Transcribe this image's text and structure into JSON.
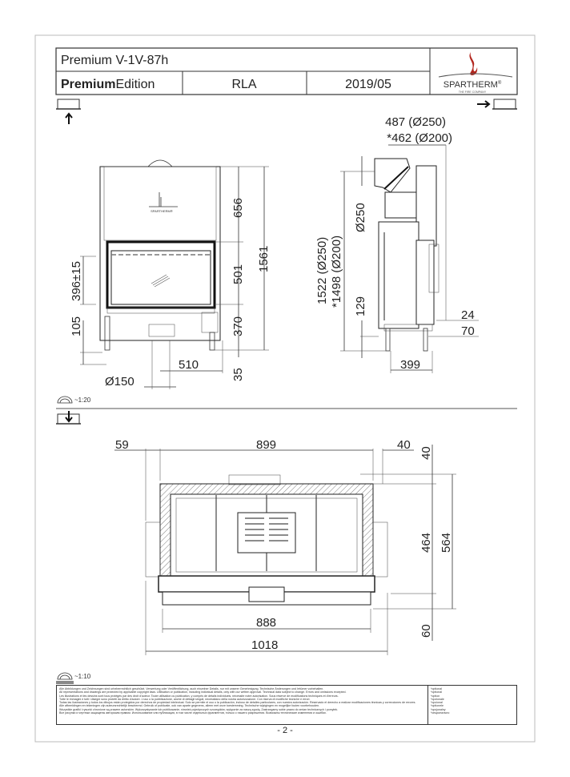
{
  "header": {
    "model": "Premium V-1V-87h",
    "edition_bold": "Premium",
    "edition_rest": "Edition",
    "variant": "RLA",
    "date": "2019/05",
    "brand": "SPARTHERM",
    "brand_reg": "®",
    "tagline": "THE FIRE COMPANY",
    "brand_color": "#b3261e"
  },
  "front_view": {
    "scale": "~1:20",
    "dims": {
      "d656": "656",
      "d501": "501",
      "d1561": "1561",
      "d370": "370",
      "d35": "35",
      "d396": "396±15",
      "d105": "105",
      "d510": "510",
      "d150": "Ø150"
    },
    "logo_text": "SPARTHERM®"
  },
  "side_view": {
    "dims": {
      "d487": "487 (Ø250)",
      "d462": "*462 (Ø200)",
      "d250": "Ø250",
      "d1522": "1522 (Ø250)",
      "d1498": "*1498 (Ø200)",
      "d129": "129",
      "d24": "24",
      "d70": "70",
      "d399": "399"
    }
  },
  "plan_view": {
    "scale": "~1:10",
    "dims": {
      "d59": "59",
      "d899": "899",
      "d40a": "40",
      "d40b": "40",
      "d464": "464",
      "d564": "564",
      "d888": "888",
      "d60": "60",
      "d1018": "1018"
    }
  },
  "footer": {
    "lines": [
      "Alle Abbildungen und Zeichnungen sind urheberrechtlich geschützt. Verwertung oder Veröffentlichung, auch einzelner Details, nur mit unserer Genehmigung. Technische Änderungen und Irrtümer vorbehalten.",
      "All representations and drawings are protected by applicable copyright laws. Utilisation or publication, including individual details, only with our written approval. Technical data subject to change. Errors and omissions excepted.",
      "Les illustrations et les dessins sont tous protégés par des droit d'auteur. Toute utilisation ou publication, y compris de détails individuels, nécessite notre autorisation. Sous réserve de modifications techniques et d'erreurs.",
      "Tutte le immagini e tutti i disegni sono protetti da diritto d'autore. L'uso o la pubblicazione, anche di dettagli singoli, necessitano della nostra autorizzazione. Con riserva di modifiche tecniche e errori.",
      "Todas las ilustraciones y todos los dibujos están protegidos por derechos de propiedad intelectual. Solo se permite el uso o la publicación, incluso de detalles particulares, con nuestra autorización. Reservado el derecho a realizar modificaciones técnicas y correcciones de errores.",
      "Alle afbeeldingen en tekeningen zijn auteursrechtelijk beschermd. Gebruik of publicatie, ook van aparte gegevens, alleen met onze toestemming. Technische wijzigingen en mogelijke fouten voorbehouden.",
      "Wszystkie grafiki i rysunki chronione są prawem autorskim. Wykorzystywanie lub publikowanie, również pojedynczych szczegółów, wyłącznie za naszą zgodą. Zastrzegamy sobie prawo do zmian technicznych i pomyłek.",
      "Все рисунки и чертежи защищены авторским правом. Использование или публикация, в том числе отдельных фрагментов, только с нашего разрешения. Возможны технические изменения и ошибки."
    ],
    "optional": [
      "*optional",
      "*optional",
      "*option",
      "*opzionale",
      "*opcional",
      "*optionele",
      "*opcjonalny",
      "*опционально"
    ],
    "page": "- 2 -"
  }
}
